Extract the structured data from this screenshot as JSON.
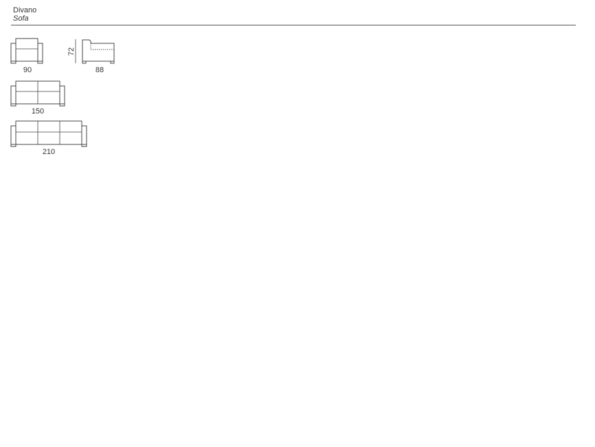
{
  "header": {
    "title": "Divano",
    "subtitle": "Sofa"
  },
  "drawings": {
    "armchair_front": {
      "width_label": "90"
    },
    "side_view": {
      "height_label": "72",
      "depth_label": "88"
    },
    "sofa_two_seat": {
      "width_label": "150"
    },
    "sofa_three_seat": {
      "width_label": "210"
    }
  }
}
